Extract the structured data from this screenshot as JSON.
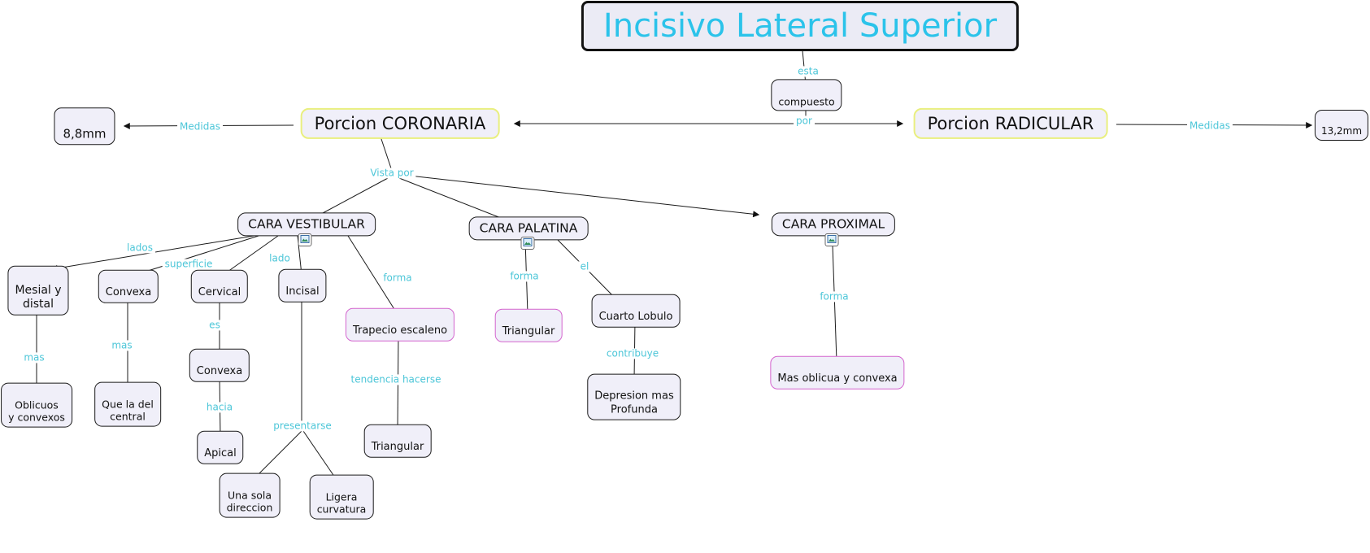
{
  "title": "Incisivo Lateral Superior",
  "colors": {
    "title_text": "#2bc3ea",
    "linking_phrase_text": "#4cc6d8",
    "node_fill": "#f0eff9",
    "node_border": "#1a1a1a",
    "porcion_border": "#e9ef7f",
    "highlight_border": "#d465ce",
    "line": "#1b1b1b",
    "background": "#ffffff"
  },
  "icons": {
    "resource": "image-icon"
  },
  "nodes": {
    "title": "Incisivo Lateral Superior",
    "compuesto": "compuesto",
    "porcion_coronaria": "Porcion CORONARIA",
    "porcion_radicular": "Porcion RADICULAR",
    "medida_coronaria": "8,8mm",
    "medida_radicular": "13,2mm",
    "cara_vestibular": "CARA VESTIBULAR",
    "cara_palatina": "CARA PALATINA",
    "cara_proximal": "CARA PROXIMAL",
    "mesial_distal": "Mesial y\ndistal",
    "convexa_superficie": "Convexa",
    "cervical": "Cervical",
    "incisal": "Incisal",
    "trapecio": "Trapecio escaleno",
    "oblicuos": "Oblicuos\ny convexos",
    "que_la_del_central": "Que la del\ncentral",
    "convexa_cervical": "Convexa",
    "apical": "Apical",
    "una_sola": "Una sola\ndireccion",
    "ligera": "Ligera\ncurvatura",
    "triangular_trapecio": "Triangular",
    "triangular_palatina": "Triangular",
    "cuarto_lobulo": "Cuarto Lobulo",
    "depresion": "Depresion mas\nProfunda",
    "mas_oblicua": "Mas oblicua y convexa"
  },
  "links": {
    "esta": "esta",
    "por": "por",
    "medidas_coronaria": "Medidas",
    "medidas_radicular": "Medidas",
    "vista_por": "Vista  por",
    "lados": "lados",
    "superficie": "superficie",
    "lado": "lado",
    "forma_vestibular": "forma",
    "mas_mesial": "mas",
    "mas_superficie": "mas",
    "es": "es",
    "hacia": "hacia",
    "presentarse": "presentarse",
    "tendencia": "tendencia hacerse",
    "forma_palatina": "forma",
    "el": "el",
    "contribuye": "contribuye",
    "forma_proximal": "forma"
  }
}
